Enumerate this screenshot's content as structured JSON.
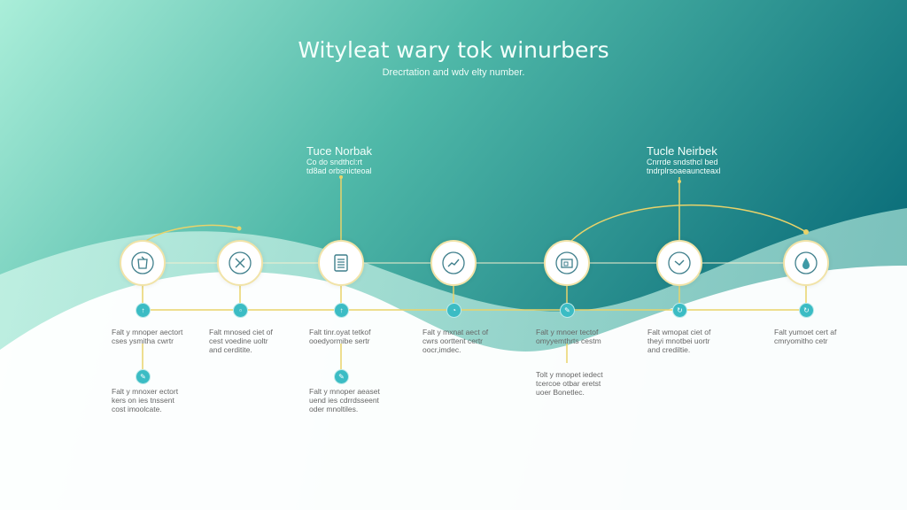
{
  "header": {
    "title": "Wityleat wary tok winurbers",
    "subtitle": "Drecrtation and wdv elty number."
  },
  "top_labels": [
    {
      "heading": "Tuce Norbak",
      "lines": [
        "Co do sndthcl:rt",
        "td8ad orbsnicteoal"
      ]
    },
    {
      "heading": "Tucle Neirbek",
      "lines": [
        "Cnrrde sndsthcl bed",
        "tndrplrsoaeauncteaxl"
      ]
    }
  ],
  "steps": [
    {
      "icon": "bucket-icon",
      "text": [
        "Falt y mnoper aectort",
        "cses ysmitha cwrtr"
      ],
      "sub": [
        "Falt y mnoxer ectort",
        "kers on ies tnssent",
        "cost imoolcate."
      ]
    },
    {
      "icon": "close-circle-icon",
      "text": [
        "Falt mnosed ciet of",
        "cest voedine uoltr",
        "and cerditite."
      ]
    },
    {
      "icon": "clipboard-icon",
      "text": [
        "Falt tinr.oyat tetkof",
        "ooedyormibe sertr"
      ],
      "sub": [
        "Falt y mnoper aeaset",
        "uend ies cdrrdsseent",
        "oder mnoltiles."
      ]
    },
    {
      "icon": "trend-chart-icon",
      "text": [
        "Falt y mxnat aect of",
        "cwrs oorttent certr",
        "oocr,imdec."
      ]
    },
    {
      "icon": "image-folder-icon",
      "text": [
        "Falt y mnoer tectof",
        "omyyemthrts cestm"
      ],
      "sub": [
        "Tolt y mnopet iedect",
        "tcercoe otbar eretst",
        "uoer Bonetlec."
      ]
    },
    {
      "icon": "clock-icon",
      "text": [
        "Falt wmopat ciet of",
        "theyi mnotbei uortr",
        "and crediltie."
      ]
    },
    {
      "icon": "water-drop-icon",
      "text": [
        "Falt yumoet cert af",
        "cmryomitho cetr"
      ]
    }
  ],
  "colors": {
    "teal_dark": "#0e747c",
    "mint": "#a9ecd6",
    "accent_line": "#e9d36a",
    "dot": "#3bbcc4",
    "icon": "#3f7f8c"
  }
}
